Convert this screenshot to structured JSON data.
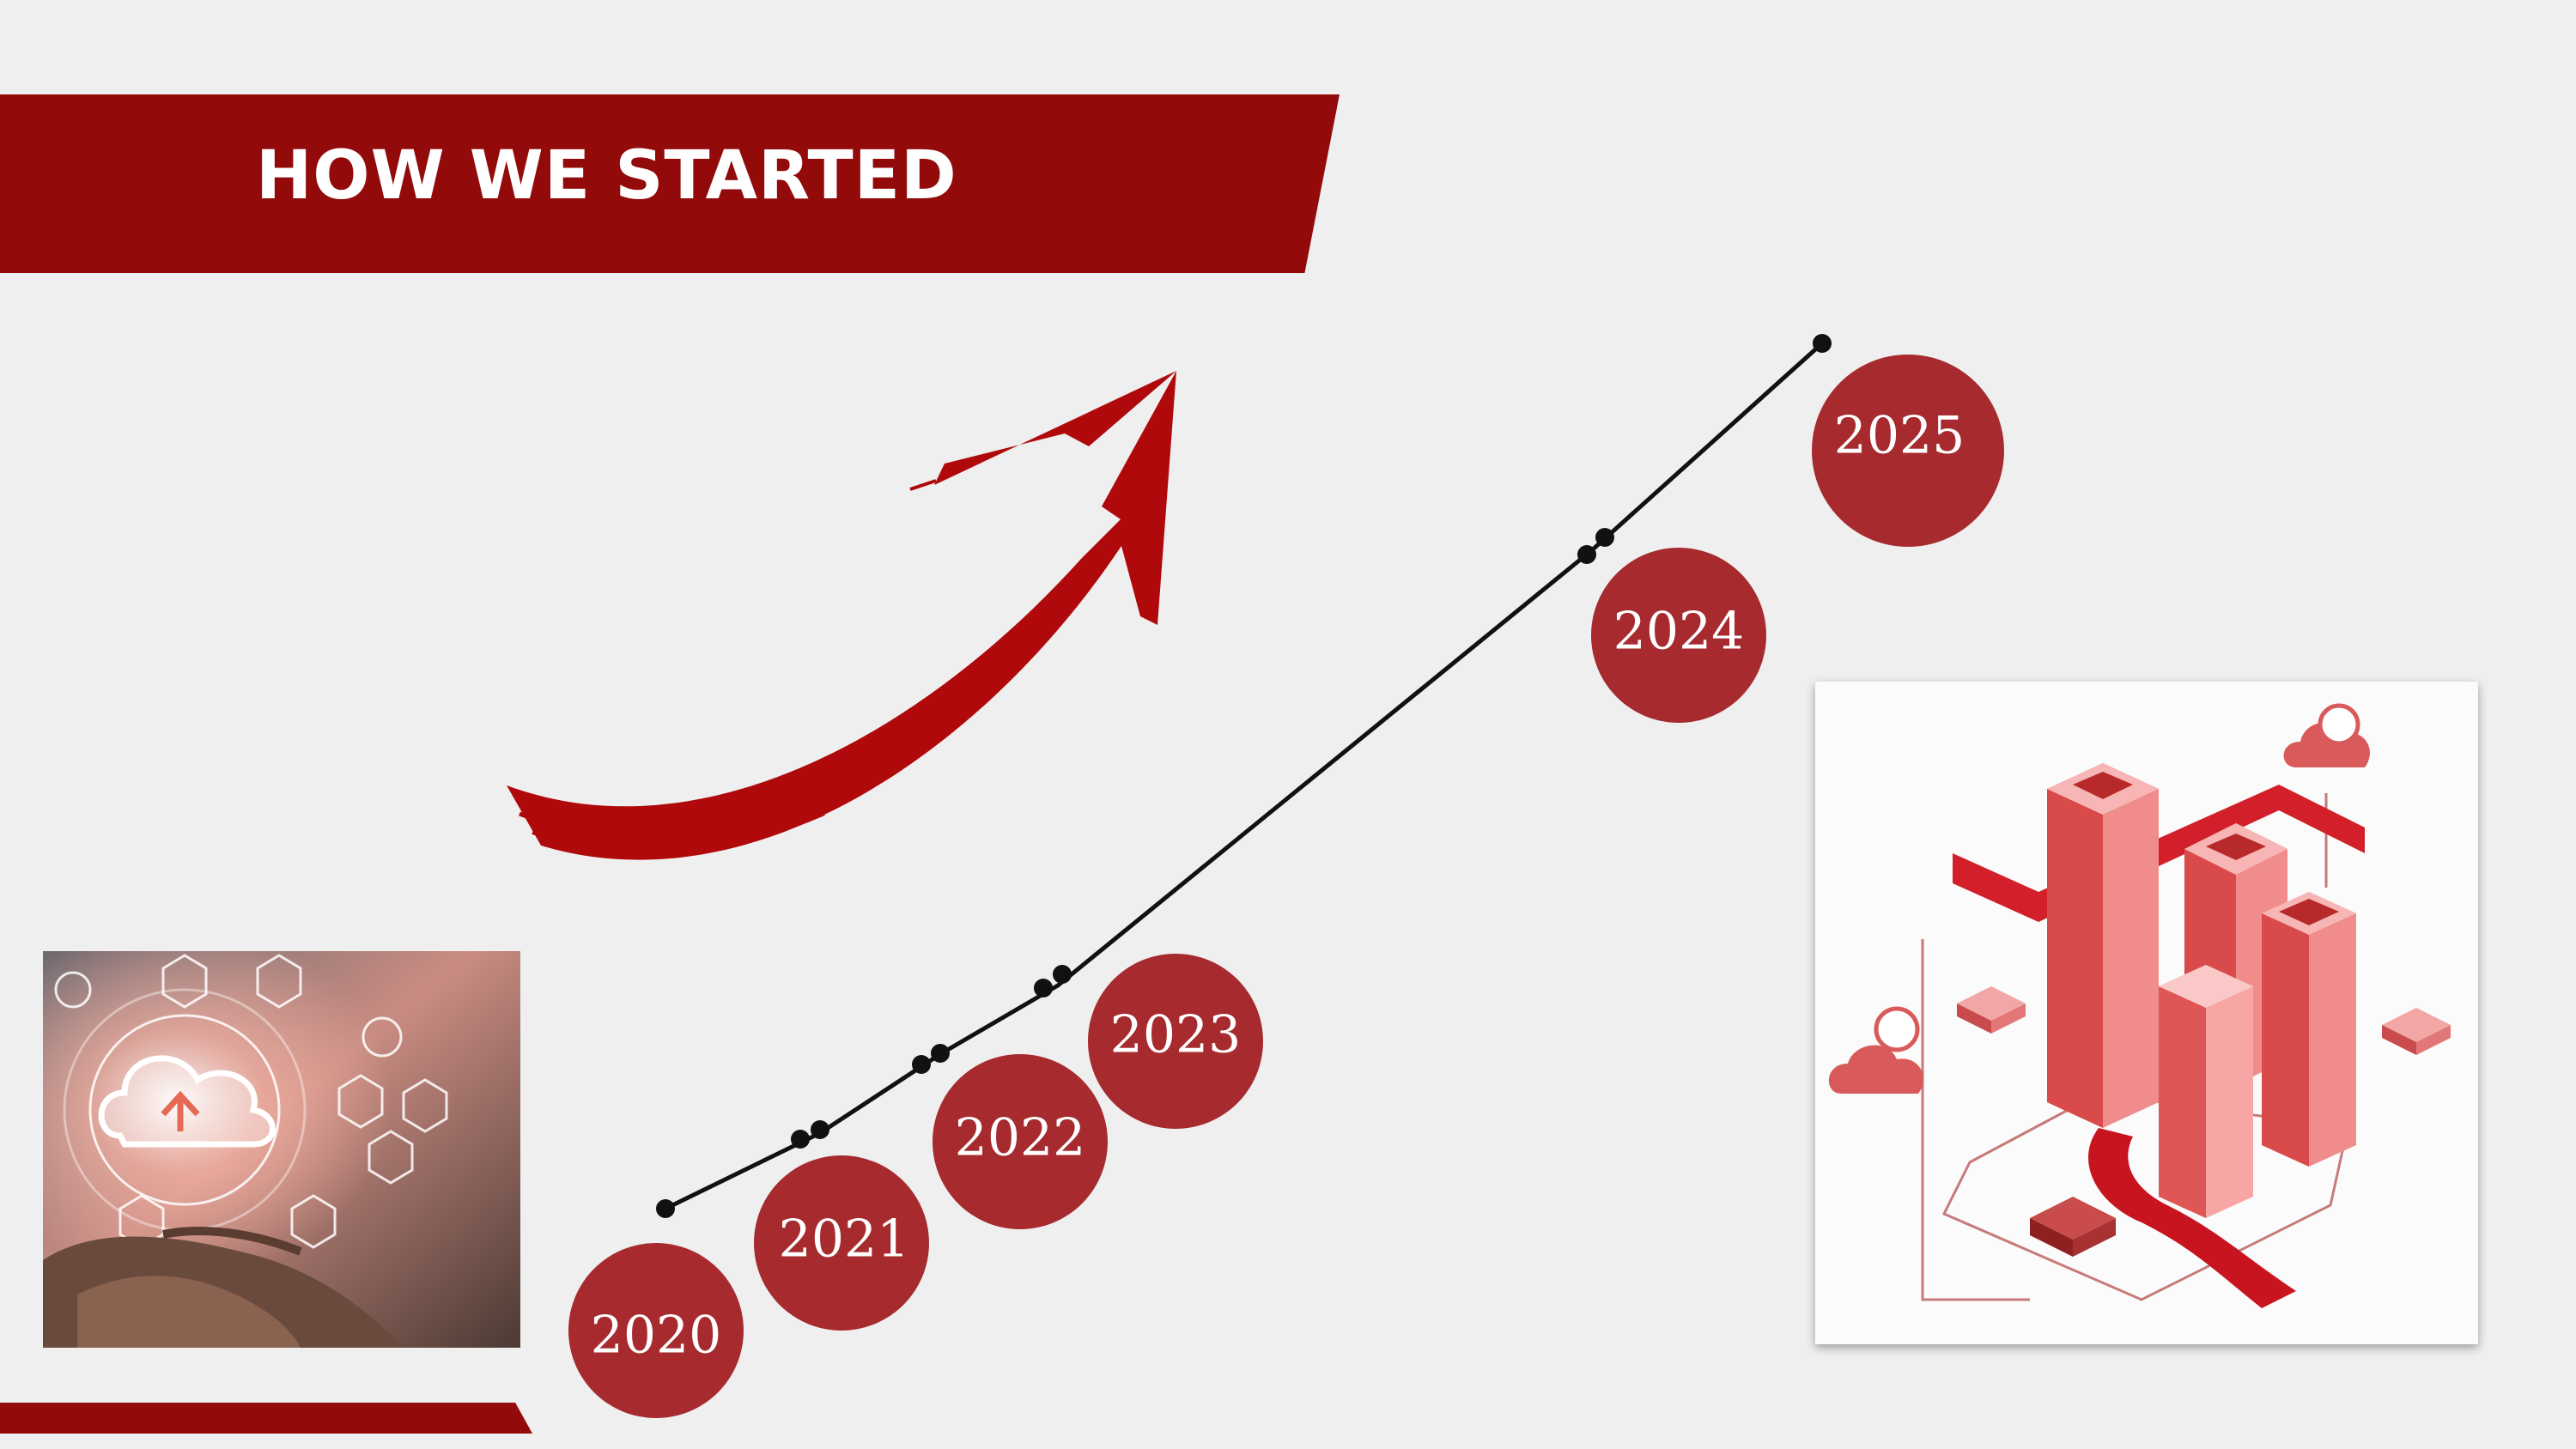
{
  "header": {
    "title": "HOW WE STARTED"
  },
  "timeline": {
    "years": [
      "2020",
      "2021",
      "2022",
      "2023",
      "2024",
      "2025"
    ]
  },
  "colors": {
    "accent": "#930a0b",
    "circle": "#a62a2e",
    "background": "#efefef",
    "line": "#111111"
  },
  "images": {
    "left_photo": "cloud-computing-hands-photo",
    "right_illustration": "isometric-data-center-illustration"
  }
}
